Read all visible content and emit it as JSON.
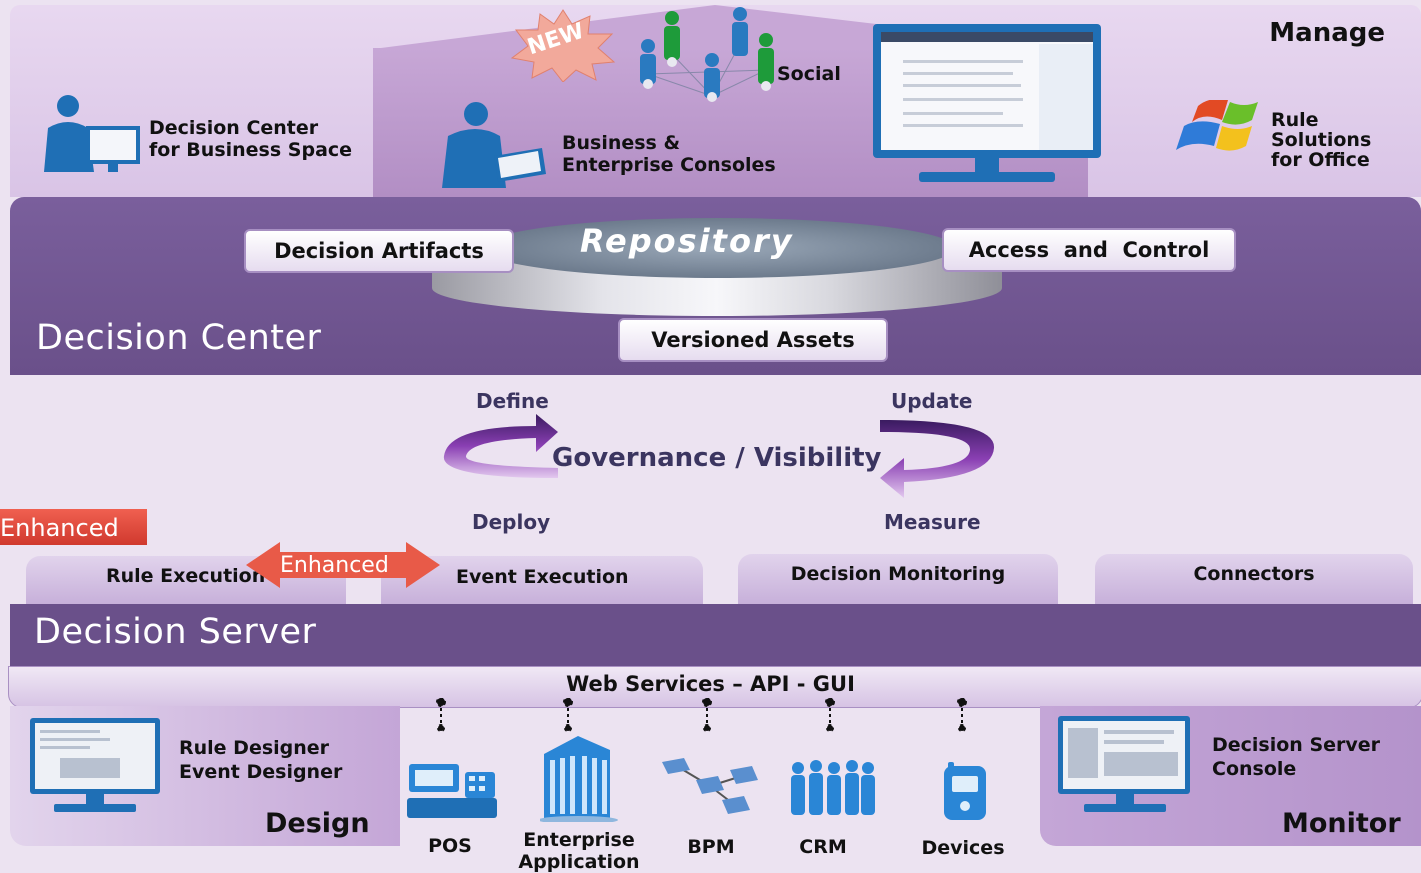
{
  "manage": {
    "title": "Manage",
    "new_badge": "NEW",
    "social": "Social",
    "dc_business_space": [
      "Decision Center",
      "for Business Space"
    ],
    "business_consoles": [
      "Business &",
      "Enterprise Consoles"
    ],
    "rule_solutions": [
      "Rule",
      "Solutions",
      "for Office"
    ]
  },
  "decision_center": {
    "title": "Decision Center",
    "repository": "Repository",
    "decision_artifacts": "Decision Artifacts",
    "access_control": "Access  and  Control",
    "versioned_assets": "Versioned Assets"
  },
  "governance": {
    "title": "Governance / Visibility",
    "define": "Define",
    "update": "Update",
    "deploy": "Deploy",
    "measure": "Measure"
  },
  "badges": {
    "enhanced_1": "Enhanced",
    "enhanced_2": "Enhanced"
  },
  "decision_server": {
    "title": "Decision Server",
    "tabs": [
      "Rule Execution",
      "Event Execution",
      "Decision Monitoring",
      "Connectors"
    ],
    "web_services": "Web Services – API - GUI"
  },
  "design": {
    "title": "Design",
    "tools": [
      "Rule Designer",
      "Event Designer"
    ]
  },
  "monitor": {
    "title": "Monitor",
    "console": [
      "Decision Server",
      "Console"
    ]
  },
  "clients": [
    "POS",
    "Enterprise",
    "Application",
    "BPM",
    "CRM",
    "Devices"
  ],
  "colors": {
    "band": "#6a508a",
    "arrow": "#6b2f8c",
    "enhanced": "#e0473a",
    "icon_blue": "#1f6fb5"
  }
}
